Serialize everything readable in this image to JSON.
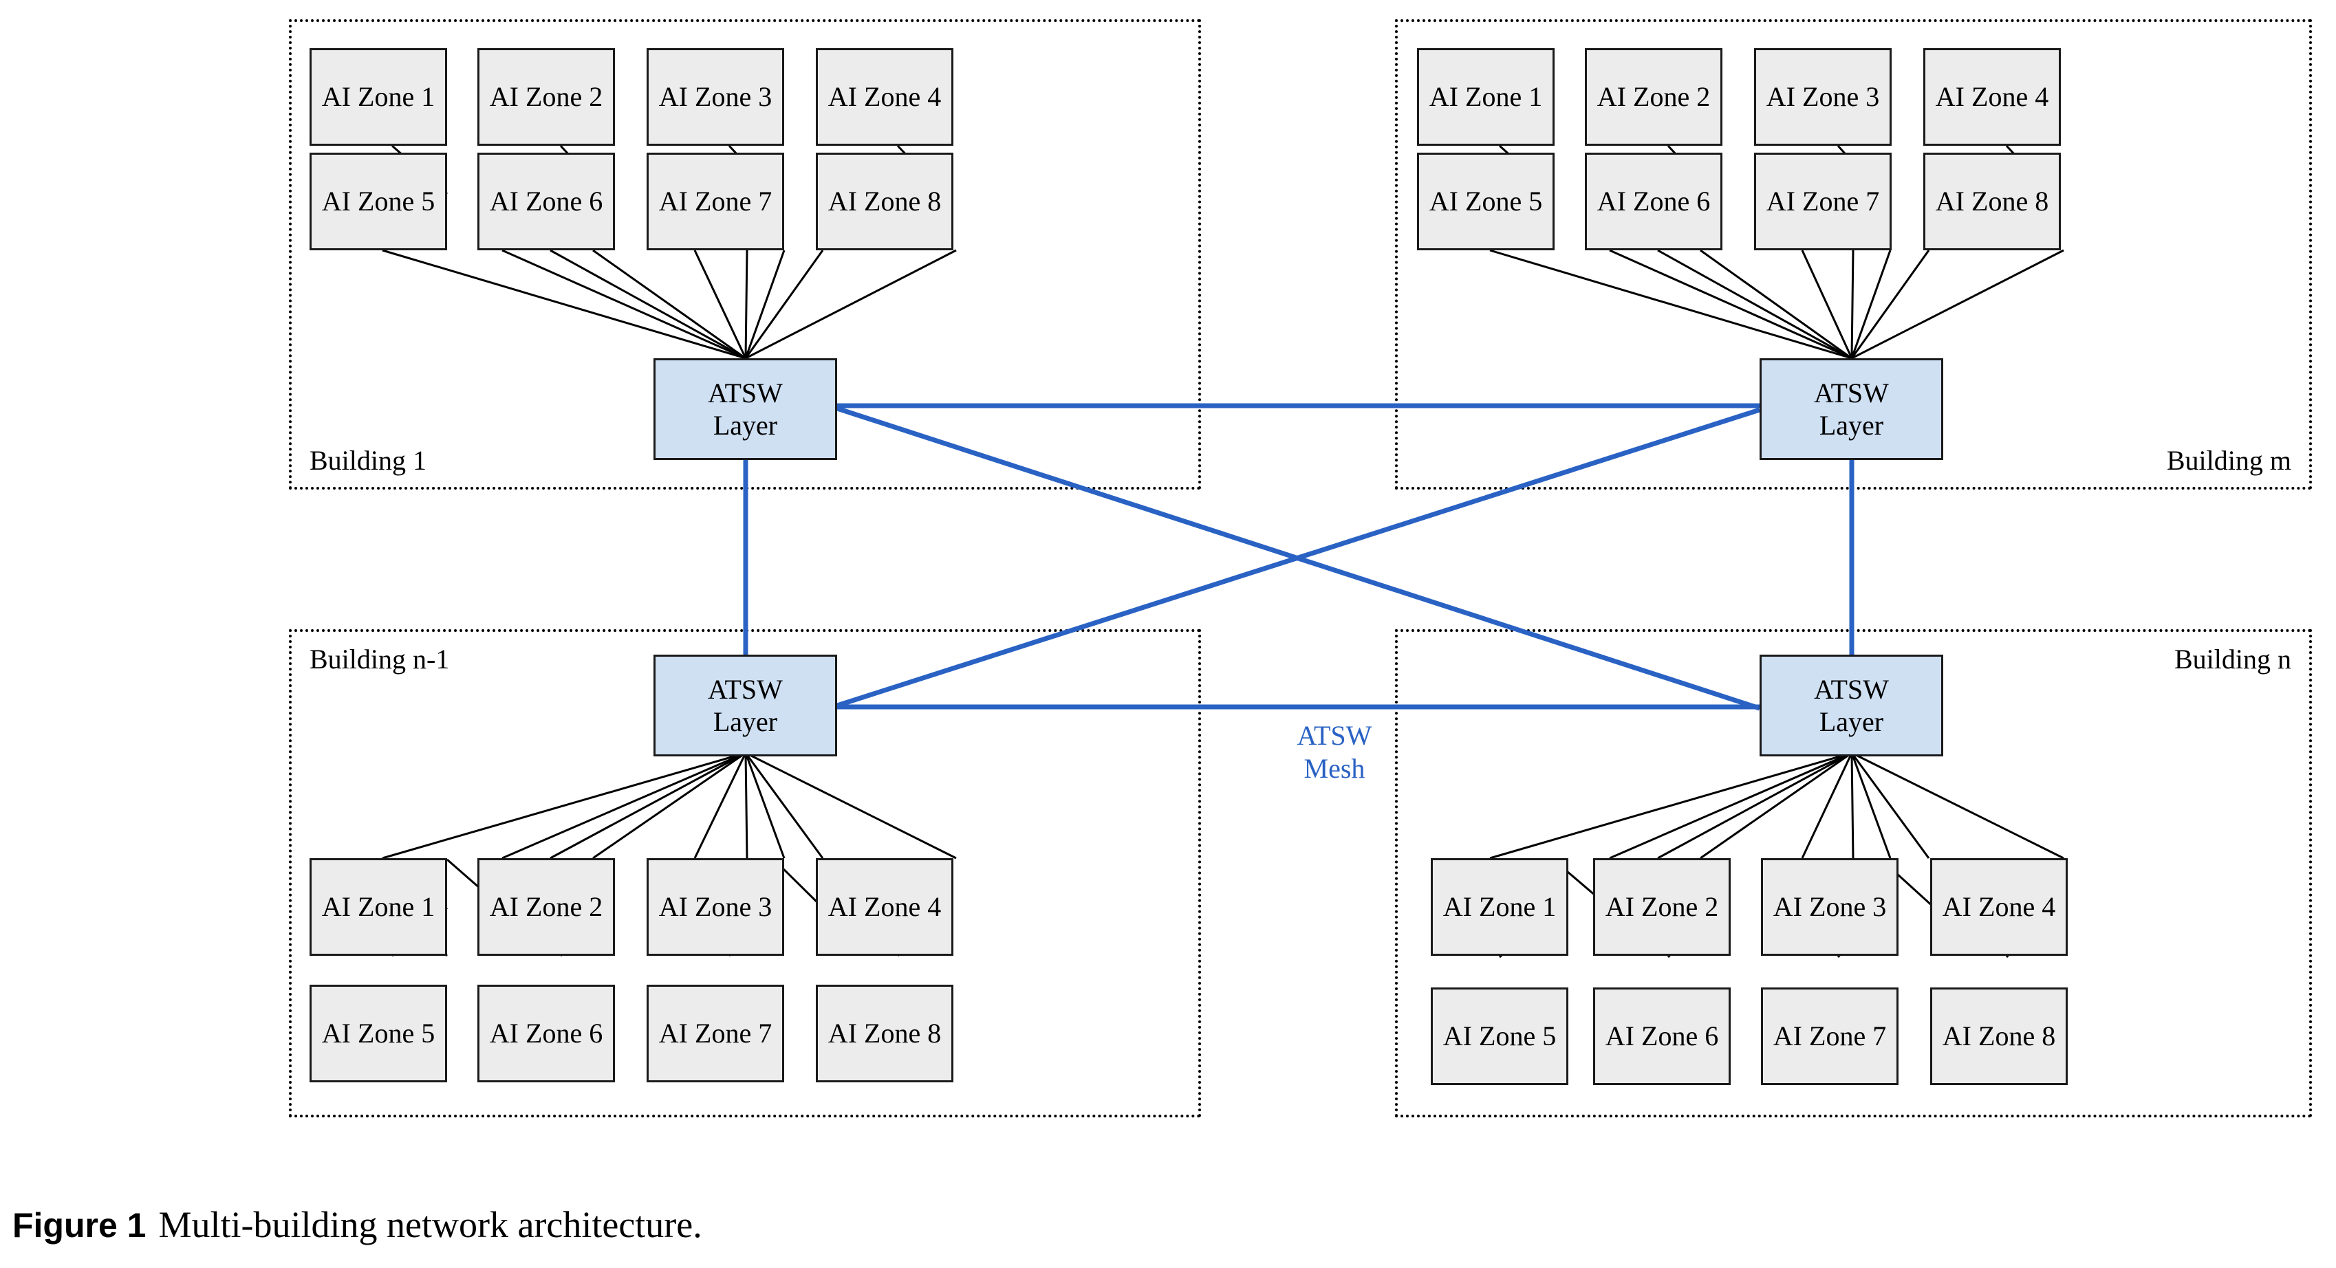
{
  "figure": {
    "number_label": "Figure 1",
    "caption_text": "Multi-building network architecture."
  },
  "colors": {
    "zone_fill": "#ececec",
    "zone_border": "#1a1a1a",
    "atsw_fill": "#cfe0f3",
    "atsw_border": "#1a1a1a",
    "mesh_link": "#2a62c4",
    "mesh_label": "#2a62c4",
    "intra_link": "#000000",
    "container_border": "#000000",
    "background": "#ffffff"
  },
  "mesh": {
    "label_line1": "ATSW",
    "label_line2": "Mesh"
  },
  "atsw": {
    "line1": "ATSW",
    "line2": "Layer"
  },
  "buildings": [
    {
      "id": "building-top-left",
      "label": "Building 1",
      "label_position": "bottom-left",
      "atsw_position": "bottom",
      "zone_rows": [
        [
          "AI Zone 1",
          "AI Zone 2",
          "AI Zone 3",
          "AI Zone 4"
        ],
        [
          "AI Zone 5",
          "AI Zone 6",
          "AI Zone 7",
          "AI Zone 8"
        ]
      ],
      "atsw": {
        "line1": "ATSW",
        "line2": "Layer"
      }
    },
    {
      "id": "building-top-right",
      "label": "Building m",
      "label_position": "bottom-right",
      "atsw_position": "bottom",
      "zone_rows": [
        [
          "AI Zone 1",
          "AI Zone 2",
          "AI Zone 3",
          "AI Zone 4"
        ],
        [
          "AI Zone 5",
          "AI Zone 6",
          "AI Zone 7",
          "AI Zone 8"
        ]
      ],
      "atsw": {
        "line1": "ATSW",
        "line2": "Layer"
      }
    },
    {
      "id": "building-bottom-left",
      "label": "Building n-1",
      "label_position": "top-left",
      "atsw_position": "top",
      "zone_rows": [
        [
          "AI Zone 1",
          "AI Zone 2",
          "AI Zone 3",
          "AI Zone 4"
        ],
        [
          "AI Zone 5",
          "AI Zone 6",
          "AI Zone 7",
          "AI Zone 8"
        ]
      ],
      "atsw": {
        "line1": "ATSW",
        "line2": "Layer"
      }
    },
    {
      "id": "building-bottom-right",
      "label": "Building n",
      "label_position": "top-right",
      "atsw_position": "top",
      "zone_rows": [
        [
          "AI Zone 1",
          "AI Zone 2",
          "AI Zone 3",
          "AI Zone 4"
        ],
        [
          "AI Zone 5",
          "AI Zone 6",
          "AI Zone 7",
          "AI Zone 8"
        ]
      ],
      "atsw": {
        "line1": "ATSW",
        "line2": "Layer"
      }
    }
  ],
  "mesh_links": [
    {
      "from": "building-top-left",
      "to": "building-top-right"
    },
    {
      "from": "building-top-left",
      "to": "building-bottom-left"
    },
    {
      "from": "building-top-left",
      "to": "building-bottom-right"
    },
    {
      "from": "building-top-right",
      "to": "building-bottom-left"
    },
    {
      "from": "building-top-right",
      "to": "building-bottom-right"
    },
    {
      "from": "building-bottom-left",
      "to": "building-bottom-right"
    }
  ]
}
